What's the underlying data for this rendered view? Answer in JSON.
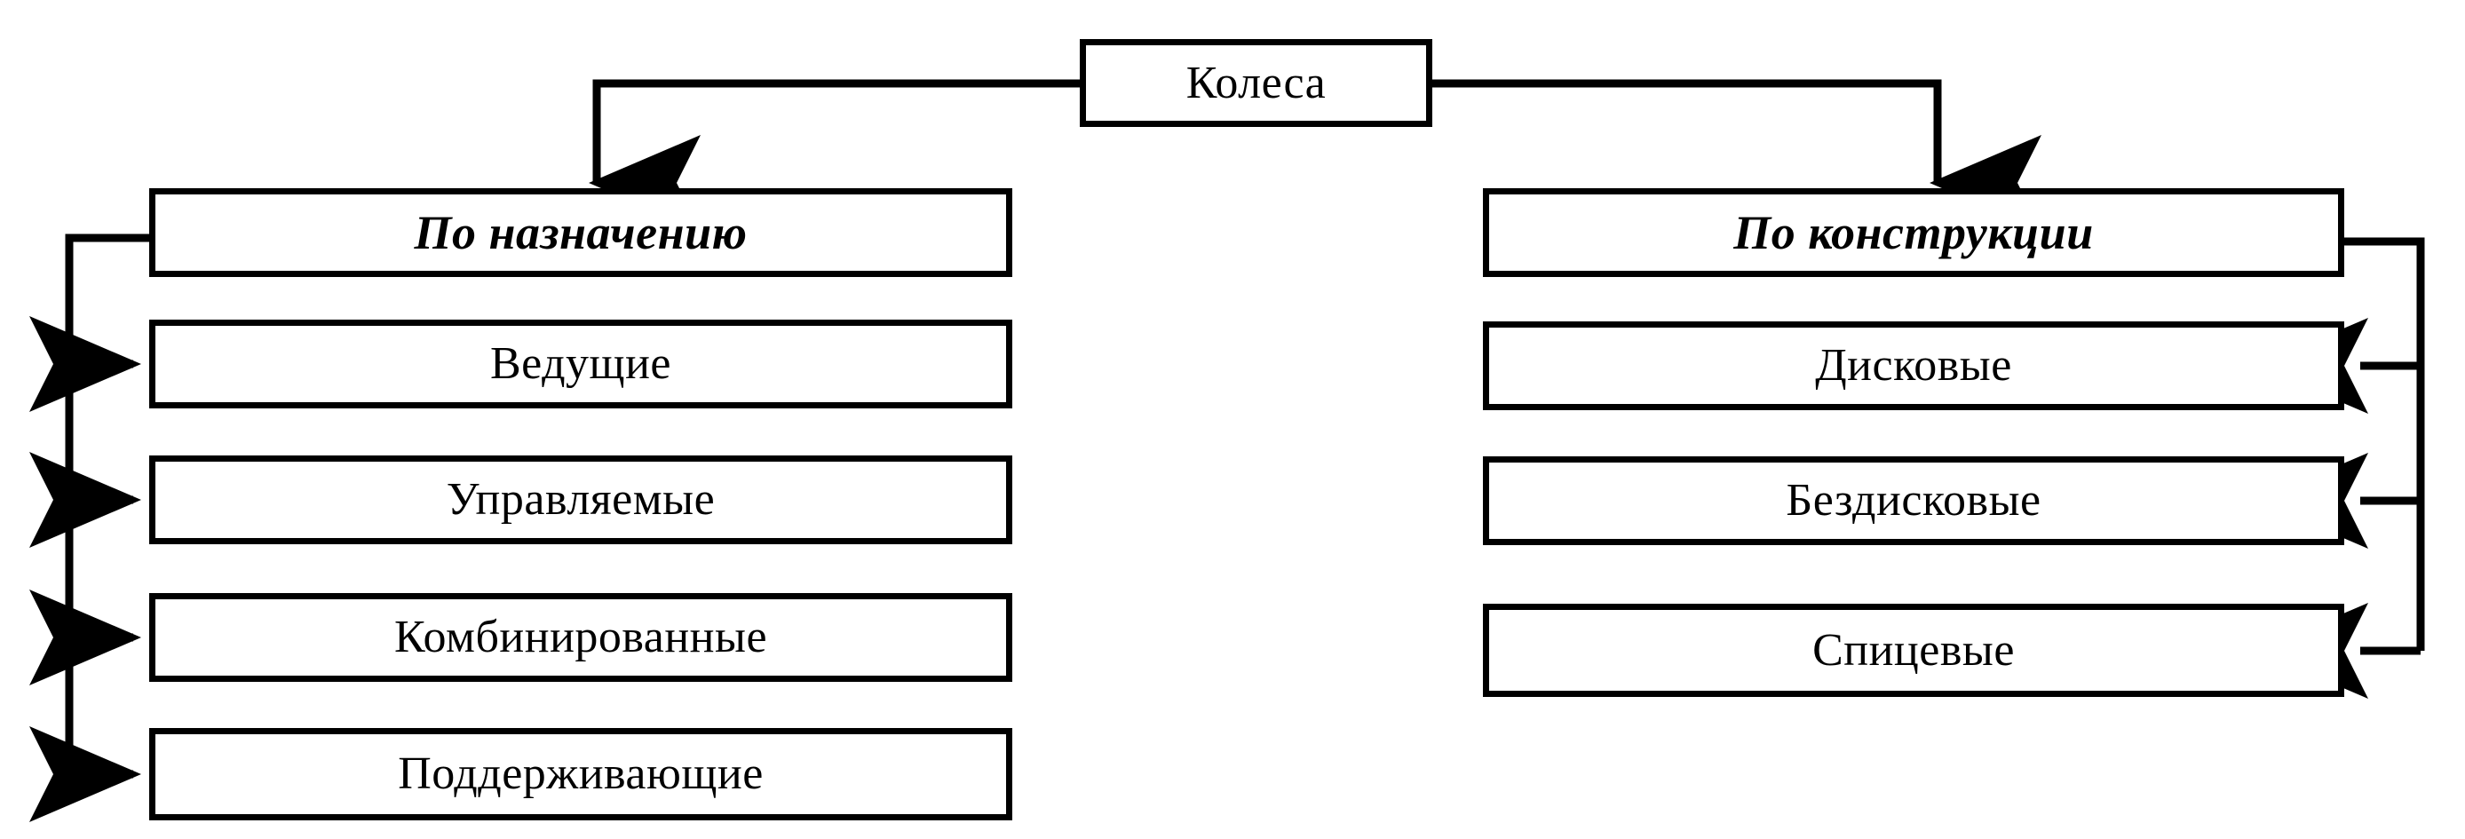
{
  "diagram": {
    "title": "Колеса",
    "root": {
      "label": "Колеса"
    },
    "branches": [
      {
        "id": "by-purpose",
        "header": "По назначению",
        "items": [
          {
            "label": "Ведущие"
          },
          {
            "label": "Управляемые"
          },
          {
            "label": "Комбинированные"
          },
          {
            "label": "Поддерживающие"
          }
        ]
      },
      {
        "id": "by-construction",
        "header": "По конструкции",
        "items": [
          {
            "label": "Дисковые"
          },
          {
            "label": "Бездисковые"
          },
          {
            "label": "Спицевые"
          }
        ]
      }
    ],
    "style": {
      "line_color": "#000000",
      "box_fill": "#ffffff",
      "background": "#ffffff"
    }
  }
}
